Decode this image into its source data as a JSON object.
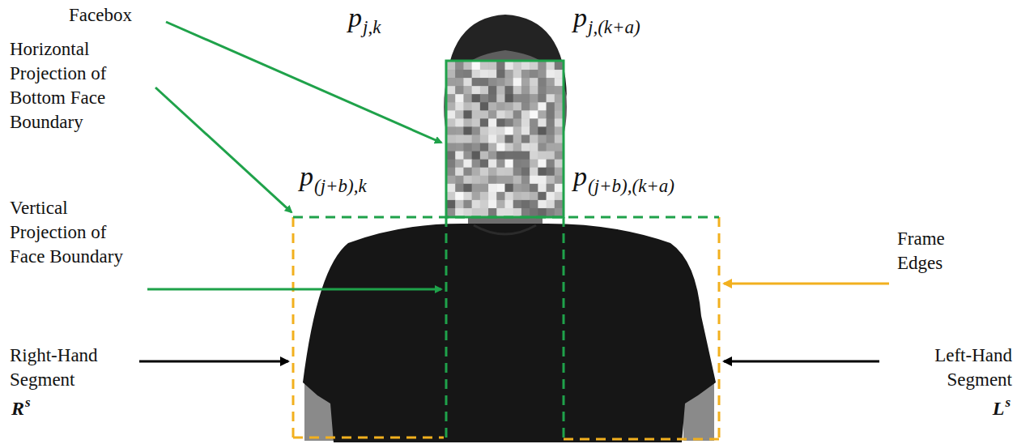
{
  "diagram": {
    "labels": [
      "Facebox",
      "Horizontal Projection of Bottom Face Boundary",
      "Vertical Projection of Face Boundary",
      "Right-Hand Segment",
      "R",
      "s",
      "Frame Edges",
      "Left-Hand Segment",
      "L",
      "s",
      "p",
      "j,k",
      "p",
      "j,(k+a)",
      "p",
      "(j+b),k",
      "p",
      "(j+b),(k+a)"
    ]
  }
}
